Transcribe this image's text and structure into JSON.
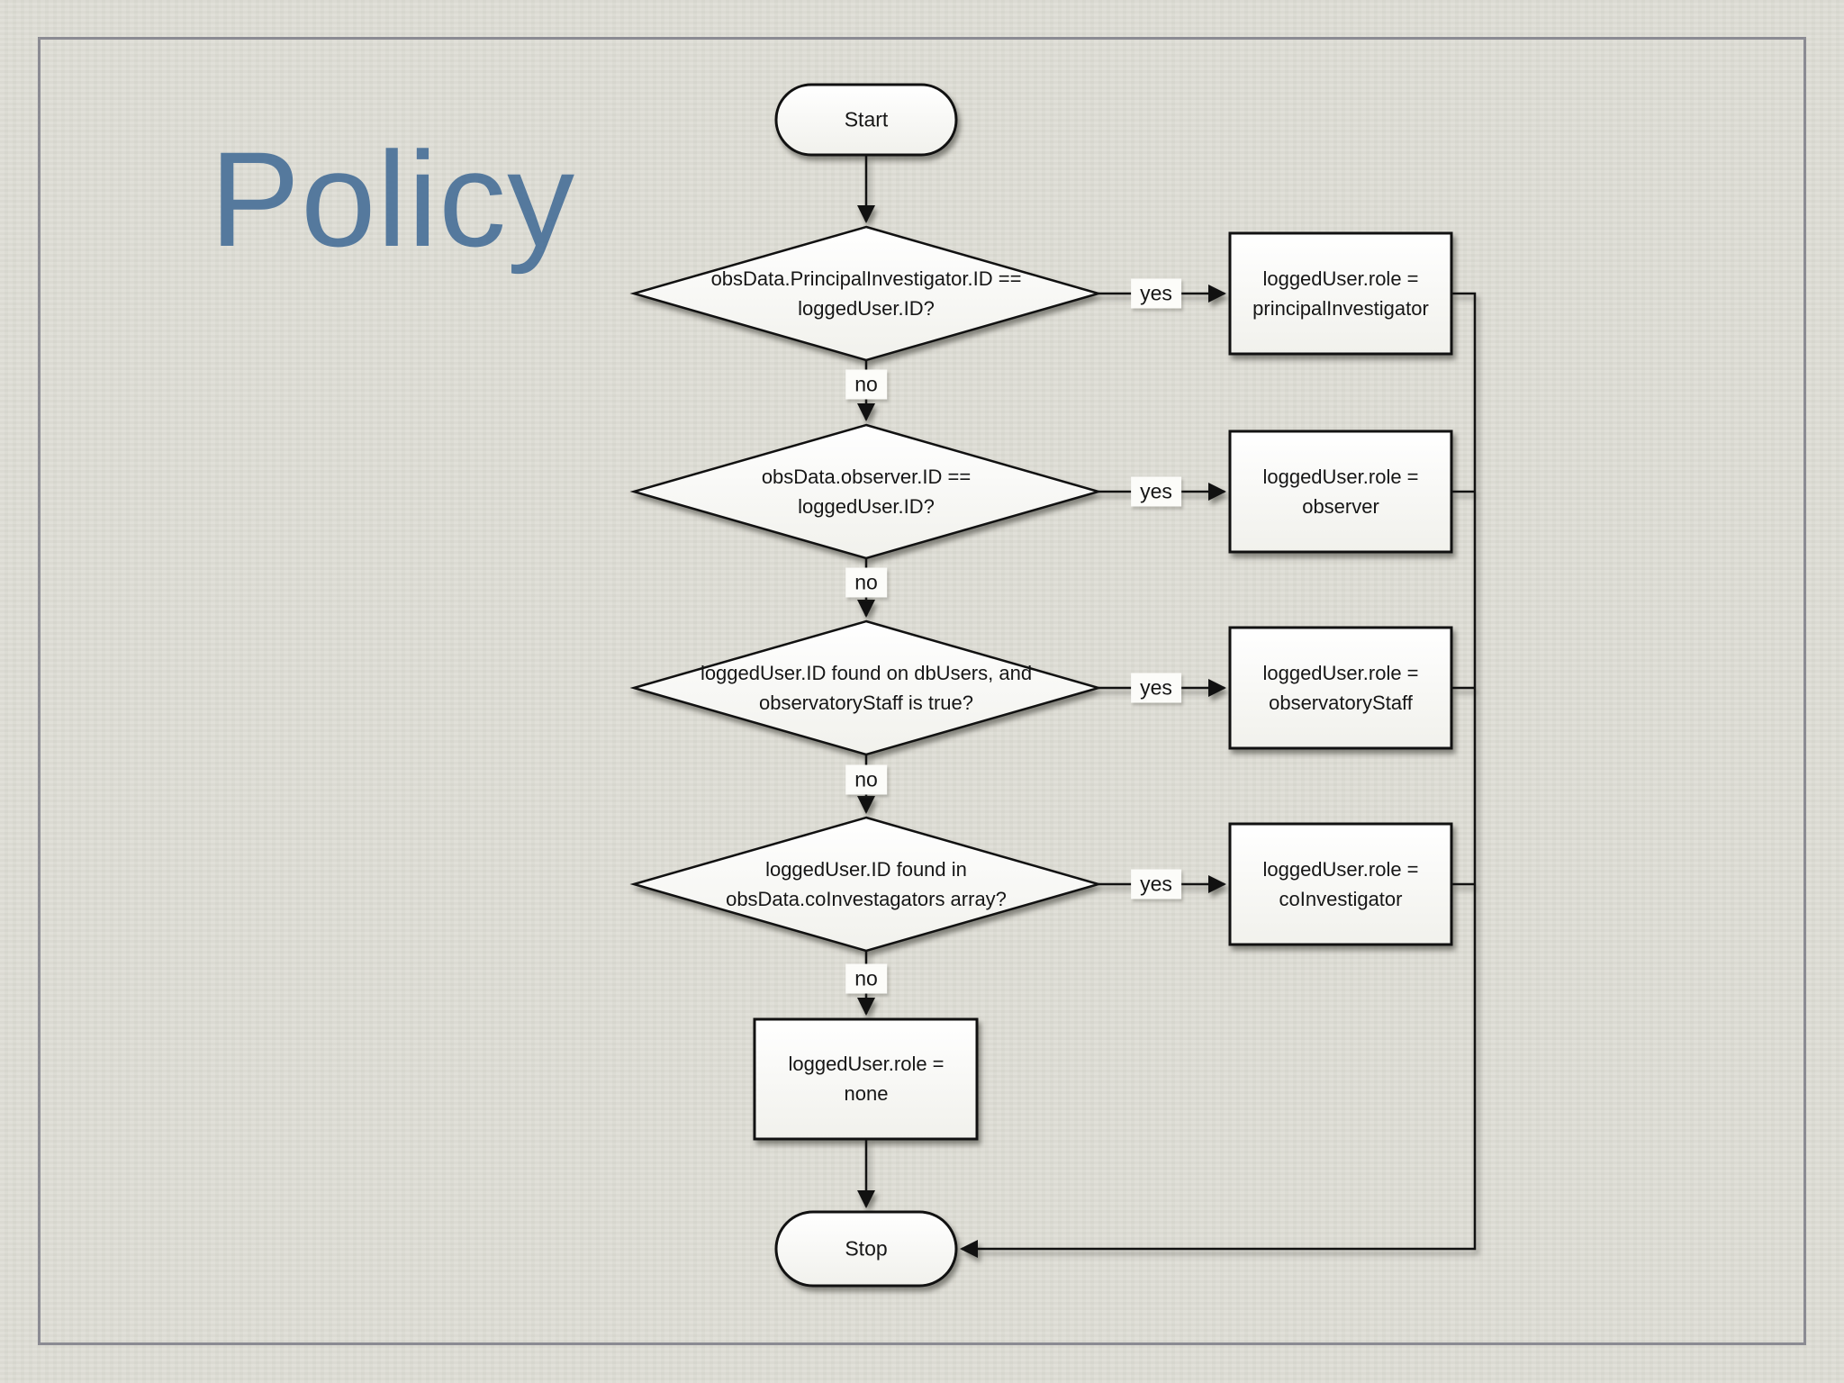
{
  "slide": {
    "title": "Policy"
  },
  "colors": {
    "title": "#55799d",
    "background": "#deddd5",
    "frame_border": "#8b8b93",
    "node_border": "#111111",
    "node_fill": "#ffffff",
    "connector": "#111111"
  },
  "flowchart": {
    "start_label": "Start",
    "stop_label": "Stop",
    "yes_label": "yes",
    "no_label": "no",
    "decisions": [
      {
        "line1": "obsData.PrincipalInvestigator.ID ==",
        "line2": "loggedUser.ID?"
      },
      {
        "line1": "obsData.observer.ID ==",
        "line2": "loggedUser.ID?"
      },
      {
        "line1": "loggedUser.ID found on dbUsers, and",
        "line2": "observatoryStaff is true?"
      },
      {
        "line1": "loggedUser.ID found in",
        "line2": "obsData.coInvestagators array?"
      }
    ],
    "results": [
      {
        "line1": "loggedUser.role =",
        "line2": "principalInvestigator"
      },
      {
        "line1": "loggedUser.role =",
        "line2": "observer"
      },
      {
        "line1": "loggedUser.role =",
        "line2": "observatoryStaff"
      },
      {
        "line1": "loggedUser.role =",
        "line2": "coInvestigator"
      }
    ],
    "fallback": {
      "line1": "loggedUser.role =",
      "line2": "none"
    }
  }
}
